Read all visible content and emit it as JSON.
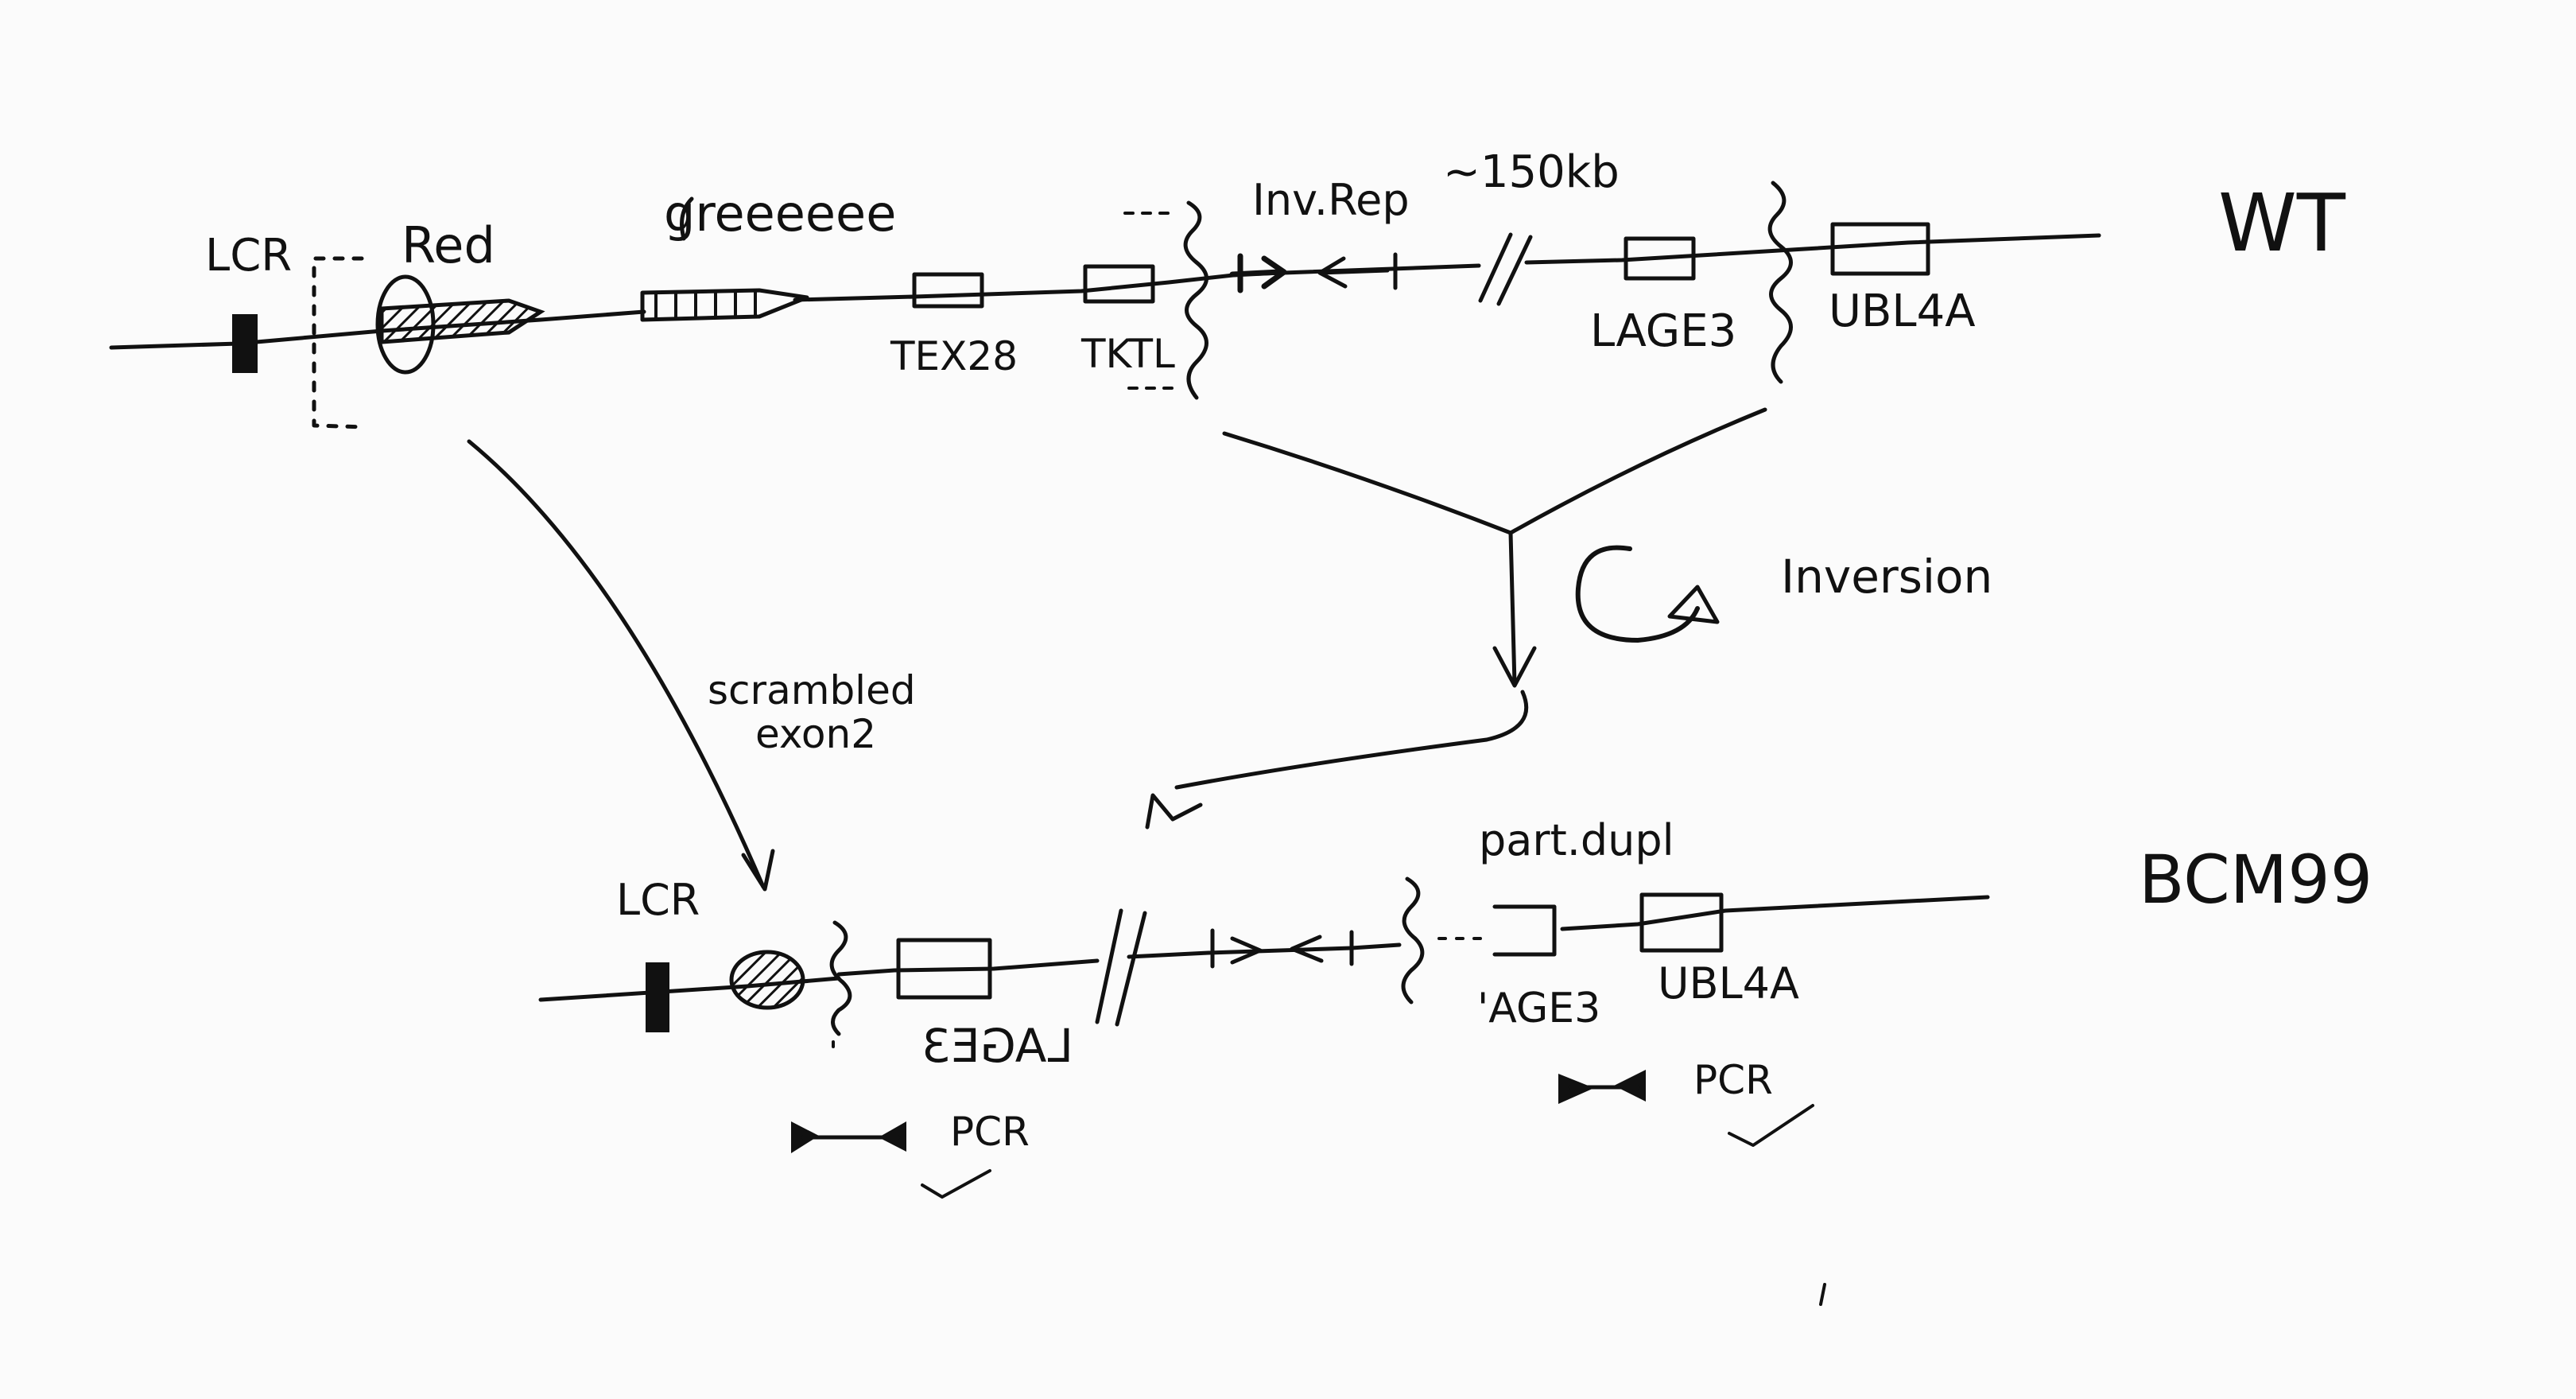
{
  "wt": {
    "label": "WT",
    "lcr": "LCR",
    "red": "Red",
    "green": "greeeeee",
    "genes": [
      "TEX28",
      "TKTL",
      "LAGE3",
      "UBL4A"
    ],
    "inv_rep": "Inv.Rep",
    "distance": "~150kb"
  },
  "inversion": {
    "label": "Inversion"
  },
  "scrambled": {
    "line1": "scrambled",
    "line2": "exon2"
  },
  "bcm": {
    "label": "BCM99",
    "lcr": "LCR",
    "lage3_mirrored": "LAGE3",
    "age3": "'AGE3",
    "ubl4a": "UBL4A",
    "part_dupl": "part.dupl",
    "pcr_left": "PCR",
    "pcr_right": "PCR"
  },
  "colors": {
    "ink": "#111111",
    "paper": "#fbfbfb"
  }
}
